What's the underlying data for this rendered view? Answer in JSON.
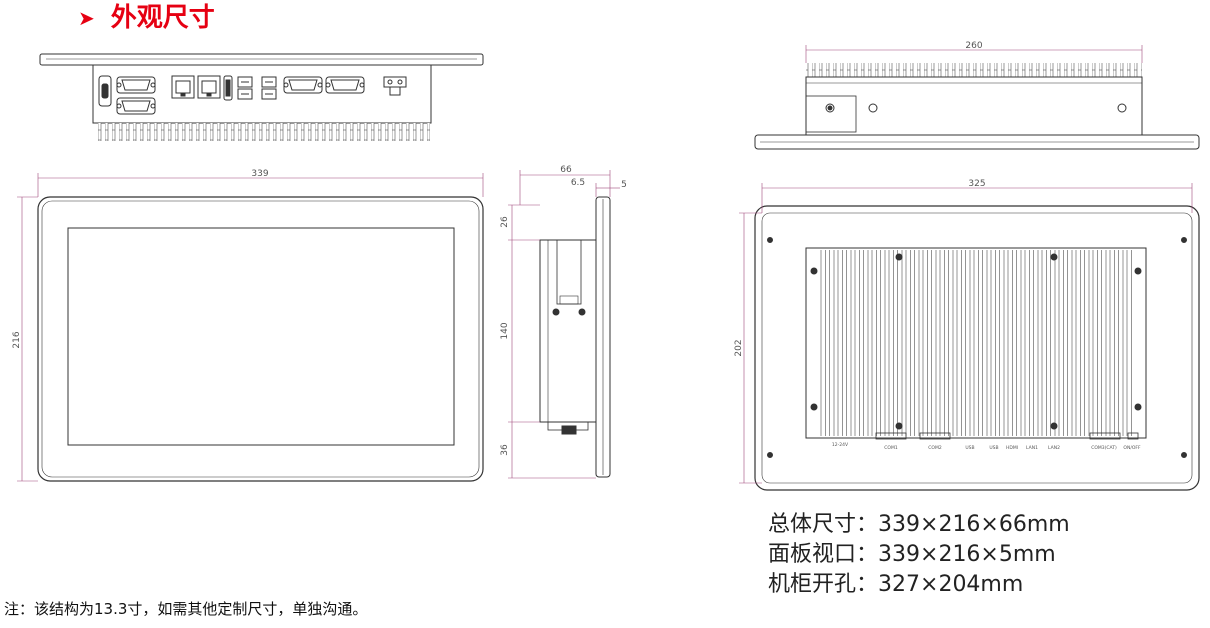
{
  "header": {
    "arrow": "➤",
    "title": "外观尺寸"
  },
  "dimensions": {
    "front_width": "339",
    "front_height": "216",
    "side_depth": "66",
    "side_offset": "6.5",
    "side_panel": "5",
    "side_top": "26",
    "side_mid": "140",
    "side_bottom": "36",
    "top_width": "260",
    "back_width": "325",
    "back_height": "202"
  },
  "port_labels": [
    "12-24V",
    "COM1",
    "COM2",
    "USB",
    "USB",
    "HDMI",
    "LAN1",
    "LAN2",
    "COM3(CAT)",
    "ON/OFF"
  ],
  "specs": [
    {
      "label": "总体尺寸：",
      "value": "339×216×66mm"
    },
    {
      "label": "面板视口：",
      "value": "339×216×5mm"
    },
    {
      "label": "机柜开孔：",
      "value": "327×204mm"
    }
  ],
  "note": "注：该结构为13.3寸，如需其他定制尺寸，单独沟通。",
  "colors": {
    "title": "#e60012",
    "line": "#333333",
    "dim_line": "#a0487a"
  }
}
